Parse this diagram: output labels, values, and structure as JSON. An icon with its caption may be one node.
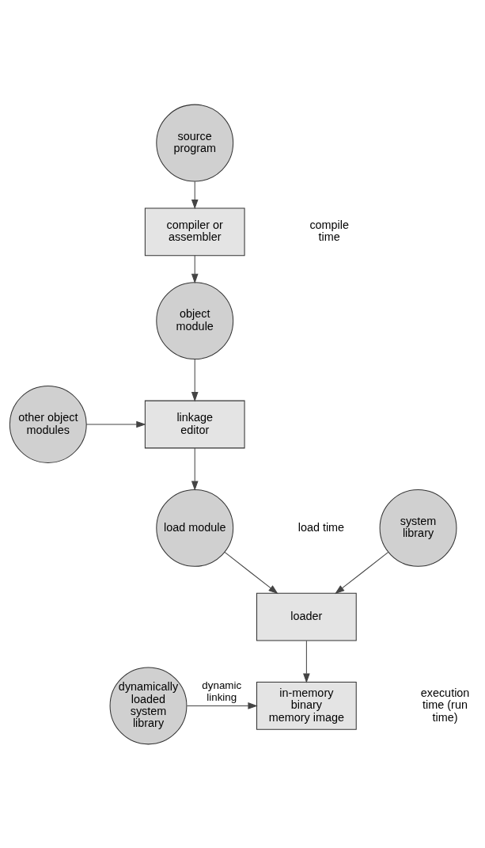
{
  "diagram": {
    "nodes": [
      {
        "text": [
          "source program"
        ]
      },
      {
        "text": [
          "compiler or assembler"
        ]
      },
      {
        "text": [
          "object module"
        ]
      },
      {
        "text": [
          "other object modules"
        ]
      },
      {
        "text": [
          "linkage editor"
        ]
      },
      {
        "text": [
          "load module"
        ]
      },
      {
        "text": [
          "system library"
        ]
      },
      {
        "text": [
          "loader"
        ]
      },
      {
        "text": [
          "dynamically loaded system library"
        ]
      },
      {
        "text": [
          "in-memory binary memory image"
        ]
      }
    ],
    "edges": [
      {
        "from": 0,
        "to": 1,
        "arrow": "to"
      },
      {
        "from": 1,
        "to": 2,
        "arrow": "to"
      },
      {
        "from": 2,
        "to": 4,
        "arrow": "to"
      },
      {
        "from": 3,
        "to": 4,
        "arrow": "to"
      },
      {
        "from": 4,
        "to": 5,
        "arrow": "to"
      },
      {
        "from": 5,
        "to": 7,
        "arrow": "to"
      },
      {
        "from": 6,
        "to": 7,
        "arrow": "to"
      },
      {
        "from": 7,
        "to": 9,
        "arrow": "to"
      },
      {
        "from": 8,
        "to": 9,
        "arrow": "to",
        "label": "dynamic linking"
      }
    ],
    "labels": [
      "compile time",
      "load time",
      "execution time (run time)"
    ]
  }
}
